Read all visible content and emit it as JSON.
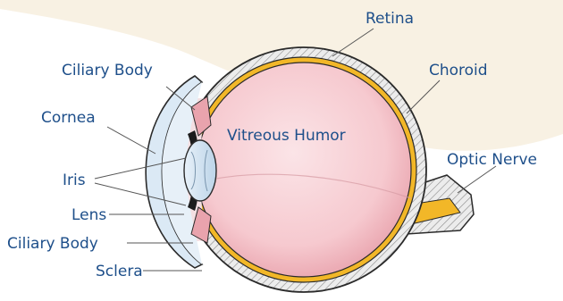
{
  "colors": {
    "background_shape": "#f8f1e3",
    "sclera": "#e6e6e6",
    "choroid": "#f2b728",
    "retina_body": "#f6c9cf",
    "retina_body_dark": "#e9a3ad",
    "cornea": "#dbe9f5",
    "lens": "#d5e6f3",
    "iris": "#1c1c1c",
    "label_text": "#1e4f8a",
    "leader_line": "#555555",
    "outline": "#2a2a2a"
  },
  "labels": {
    "retina": "Retina",
    "choroid": "Choroid",
    "ciliary_body_top": "Ciliary Body",
    "cornea": "Cornea",
    "vitreous_humor": "Vitreous Humor",
    "optic_nerve": "Optic Nerve",
    "iris": "Iris",
    "lens": "Lens",
    "ciliary_body_bottom": "Ciliary Body",
    "sclera": "Sclera"
  }
}
